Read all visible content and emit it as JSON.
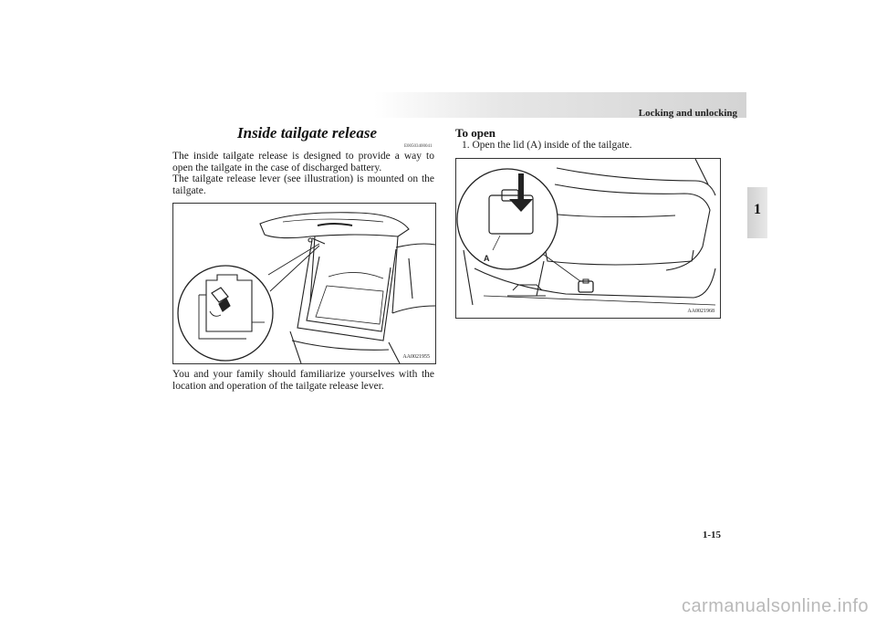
{
  "header": {
    "title": "Locking and unlocking",
    "chapter": "1"
  },
  "left_column": {
    "title": "Inside tailgate release",
    "code": "E00503400041",
    "para1": "The inside tailgate release is designed to provide a way to open the tailgate in the case of discharged battery.",
    "para2": "The tailgate release lever (see illustration) is mounted on the tailgate.",
    "figure_code": "AA0021955",
    "para3": "You and your family should familiarize yourselves with the location and operation of the tailgate release lever."
  },
  "right_column": {
    "subheading": "To open",
    "step1": "1. Open the lid (A) inside of the tailgate.",
    "figure_code": "AA0021968",
    "figure_label": "A"
  },
  "footer": {
    "page_number": "1-15",
    "watermark": "carmanualsonline.info"
  }
}
